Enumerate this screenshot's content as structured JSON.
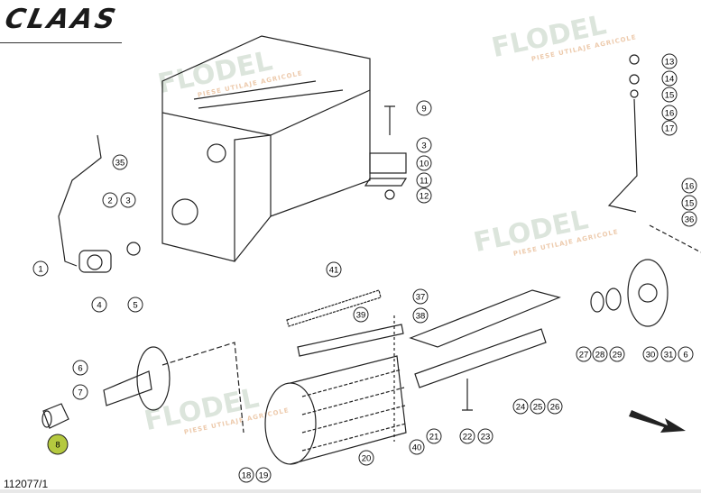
{
  "brand": "CLAAS",
  "drawing_number": "112077/1",
  "watermark": {
    "name": "FLODEL",
    "tagline": "PIESE UTILAJE AGRICOLE"
  },
  "highlight_color": "#b5c93f",
  "highlighted_part": "8",
  "callouts": [
    "13",
    "14",
    "15",
    "16",
    "17",
    "16",
    "15",
    "36",
    "9",
    "3",
    "10",
    "11",
    "12",
    "35",
    "2",
    "3",
    "1",
    "4",
    "5",
    "41",
    "37",
    "38",
    "39",
    "6",
    "7",
    "8",
    "18",
    "19",
    "20",
    "40",
    "21",
    "22",
    "23",
    "24",
    "25",
    "26",
    "27",
    "28",
    "29",
    "30",
    "31",
    "6"
  ]
}
